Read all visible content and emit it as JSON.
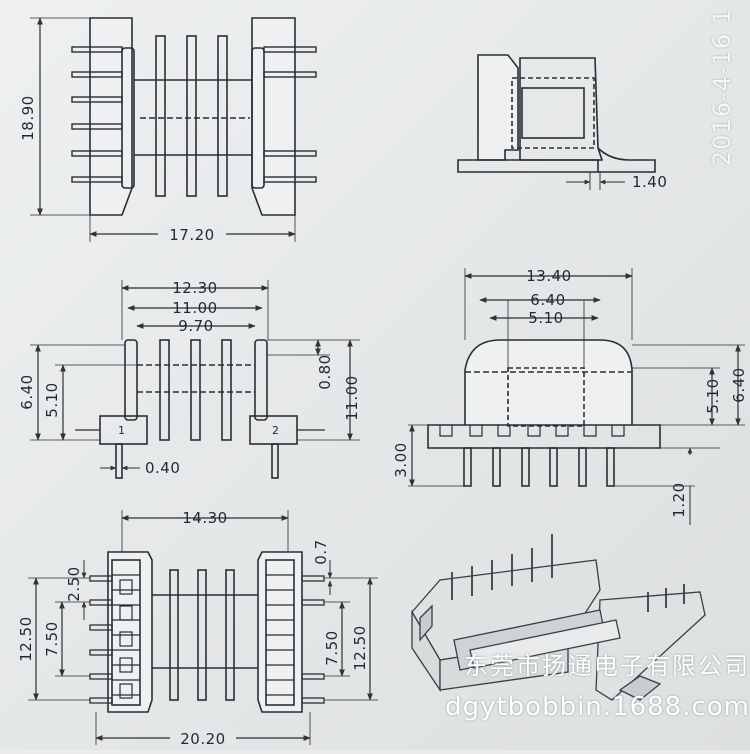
{
  "stamp_date": "2016-4-16 1",
  "watermark": {
    "company": "东莞市扬通电子有限公司",
    "url": "dgytbobbin.1688.com"
  },
  "views": {
    "top": {
      "height": "18.90",
      "width": "17.20"
    },
    "side": {
      "slot": "1.40"
    },
    "front": {
      "w_outer": "12.30",
      "w_mid": "11.00",
      "w_inner": "9.70",
      "h_left_outer": "6.40",
      "h_left_inner": "5.10",
      "h_right_small": "0.80",
      "h_right_total": "11.00",
      "pin": "0.40",
      "marks": [
        "1",
        "2"
      ]
    },
    "end": {
      "w_outer": "13.40",
      "w_mid": "6.40",
      "w_inner": "5.10",
      "h_right_inner": "5.10",
      "h_right_outer": "6.40",
      "pin_len": "3.00",
      "pin_offset": "1.20"
    },
    "bottom": {
      "width_top": "14.30",
      "width_bottom": "20.20",
      "pitch_left": "2.50",
      "span_left_inner": "7.50",
      "span_left_outer": "12.50",
      "span_right_inner": "7.50",
      "span_right_outer": "12.50",
      "gap_right": "0.7"
    }
  }
}
